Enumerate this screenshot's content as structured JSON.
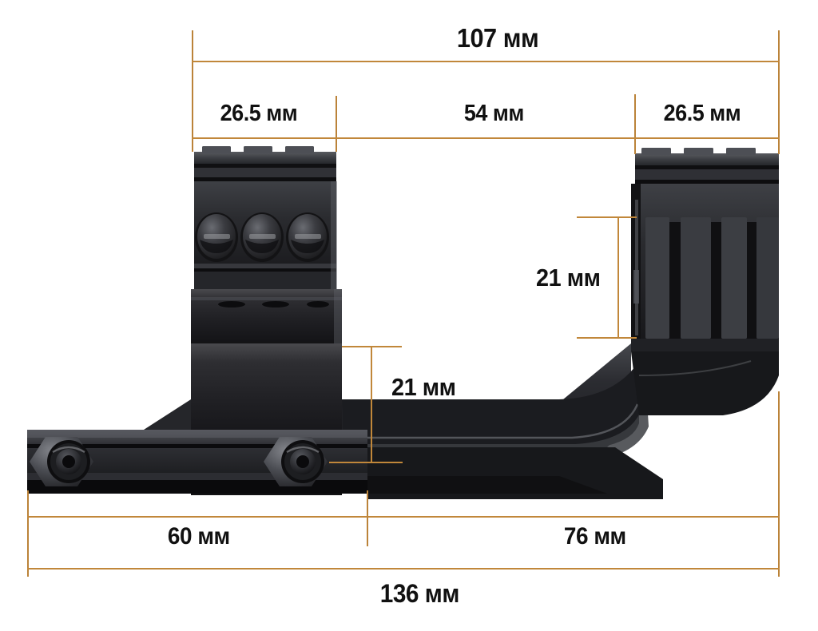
{
  "image": {
    "subject": "cantilever-scope-mount-side-view",
    "background_color": "#ffffff",
    "annotation_color": "#c1873a",
    "label_color": "#111111",
    "body_color": "#1d1d1f"
  },
  "dimensions": {
    "overall_top": {
      "label": "107 мм",
      "value": 107,
      "unit": "мм"
    },
    "front_ring": {
      "label": "26.5 мм",
      "value": 26.5,
      "unit": "мм"
    },
    "ring_gap": {
      "label": "54 мм",
      "value": 54,
      "unit": "мм"
    },
    "rear_ring": {
      "label": "26.5 мм",
      "value": 26.5,
      "unit": "мм"
    },
    "rear_ring_height": {
      "label": "21 мм",
      "value": 21,
      "unit": "мм"
    },
    "front_ring_height": {
      "label": "21 мм",
      "value": 21,
      "unit": "мм"
    },
    "base_front": {
      "label": "60 мм",
      "value": 60,
      "unit": "мм"
    },
    "base_rear": {
      "label": "76 мм",
      "value": 76,
      "unit": "мм"
    },
    "overall_bottom": {
      "label": "136 мм",
      "value": 136,
      "unit": "мм"
    }
  }
}
